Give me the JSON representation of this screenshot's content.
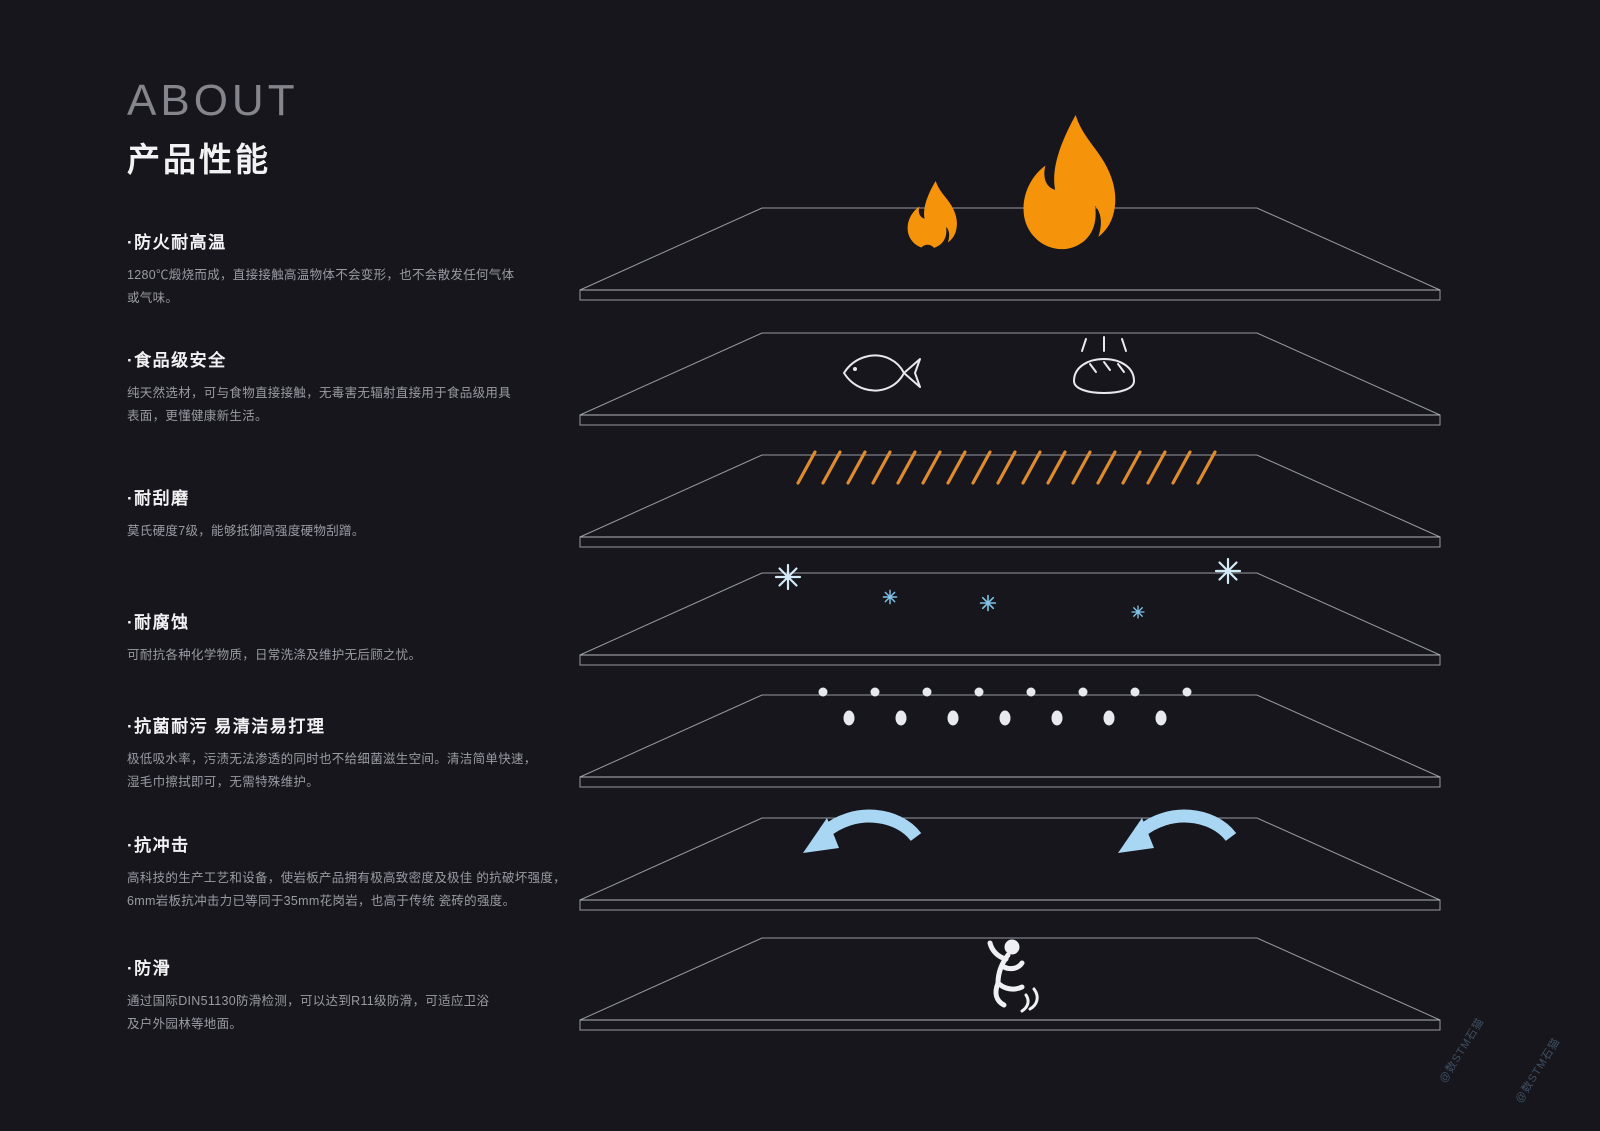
{
  "header": {
    "title_en": "ABOUT",
    "title_zh": "产品性能"
  },
  "features": [
    {
      "title": "·防火耐高温",
      "desc": "1280℃煅烧而成，直接接触高温物体不会变形，也不会散发任何气体\n或气味。",
      "icon": "flame-icon"
    },
    {
      "title": "·食品级安全",
      "desc": "纯天然选材，可与食物直接接触，无毒害无辐射直接用于食品级用具\n表面，更懂健康新生活。",
      "icon": "fish-bread-icon"
    },
    {
      "title": "·耐刮磨",
      "desc": "莫氏硬度7级，能够抵御高强度硬物刮蹭。",
      "icon": "scratch-marks-icon"
    },
    {
      "title": "·耐腐蚀",
      "desc": "可耐抗各种化学物质，日常洗涤及维护无后顾之忧。",
      "icon": "sparkle-icon"
    },
    {
      "title": "·抗菌耐污 易清洁易打理",
      "desc": "极低吸水率，污渍无法渗透的同时也不给细菌滋生空间。清洁简单快速，\n湿毛巾擦拭即可，无需特殊维护。",
      "icon": "droplets-icon"
    },
    {
      "title": "·抗冲击",
      "desc": "高科技的生产工艺和设备，使岩板产品拥有极高致密度及极佳 的抗破坏强度，\n6mm岩板抗冲击力已等同于35mm花岗岩，也高于传统 瓷砖的强度。",
      "icon": "impact-arrows-icon"
    },
    {
      "title": "·防滑",
      "desc": "通过国际DIN51130防滑检测，可以达到R11级防滑，可适应卫浴\n及户外园林等地面。",
      "icon": "slip-person-icon"
    }
  ],
  "watermark": {
    "text1": "@数STM石猫",
    "text2": "@数STM石猫"
  },
  "colors": {
    "background": "#16161c",
    "flame_orange": "#f5930b",
    "scratch_orange": "#df8b2f",
    "sparkle_blue": "#7fc4e8",
    "arrow_blue": "#a9d7f3",
    "slab_line": "#b9bdc4"
  }
}
